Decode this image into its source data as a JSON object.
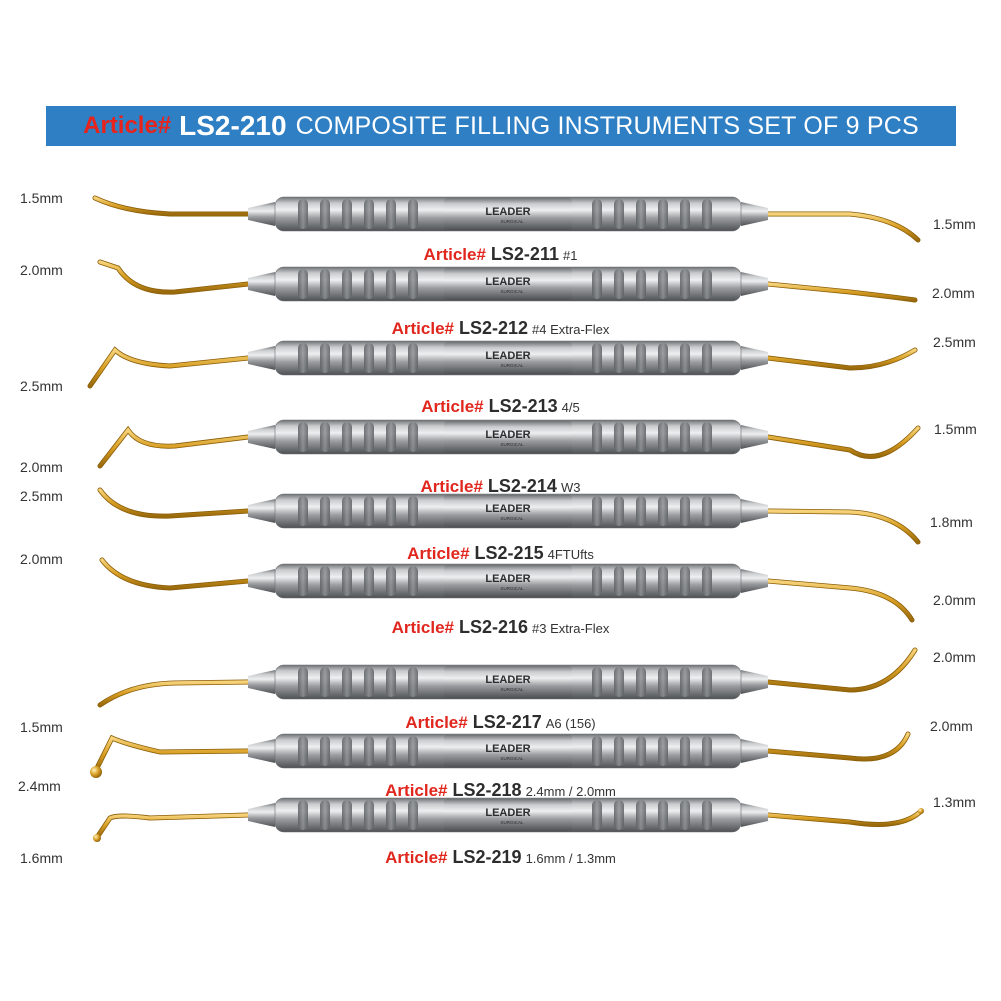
{
  "banner": {
    "prefix": "Article#",
    "code": "LS2-210",
    "description": "COMPOSITE FILLING INSTRUMENTS SET OF 9 PCS"
  },
  "brand": {
    "logo": "LEADER",
    "sub": "SURGICAL"
  },
  "colors": {
    "banner": "#2f7fc4",
    "article_red": "#e0261d",
    "gold": "#d79e22",
    "steel": "#a7a9ab"
  },
  "instruments": [
    {
      "prefix": "Article#",
      "code": "LS2-211",
      "desc": "#1",
      "left_size": "1.5mm",
      "right_size": "1.5mm"
    },
    {
      "prefix": "Article#",
      "code": "LS2-212",
      "desc": "#4 Extra-Flex",
      "left_size": "2.0mm",
      "right_size": "2.0mm"
    },
    {
      "prefix": "Article#",
      "code": "LS2-213",
      "desc": "4/5",
      "left_size": "2.5mm",
      "right_size": "2.5mm"
    },
    {
      "prefix": "Article#",
      "code": "LS2-214",
      "desc": "W3",
      "left_size": "2.0mm",
      "right_size": "1.5mm"
    },
    {
      "prefix": "Article#",
      "code": "LS2-215",
      "desc": "4FTUfts",
      "left_size": "2.5mm",
      "right_size": "1.8mm"
    },
    {
      "prefix": "Article#",
      "code": "LS2-216",
      "desc": "#3 Extra-Flex",
      "left_size": "2.0mm",
      "right_size": "2.0mm"
    },
    {
      "prefix": "Article#",
      "code": "LS2-217",
      "desc": "A6 (156)",
      "left_size": "1.5mm",
      "right_size": "2.0mm"
    },
    {
      "prefix": "Article#",
      "code": "LS2-218",
      "desc": "2.4mm / 2.0mm",
      "left_size": "2.4mm",
      "right_size": "2.0mm"
    },
    {
      "prefix": "Article#",
      "code": "LS2-219",
      "desc": "1.6mm / 1.3mm",
      "left_size": "1.6mm",
      "right_size": "1.3mm"
    }
  ]
}
